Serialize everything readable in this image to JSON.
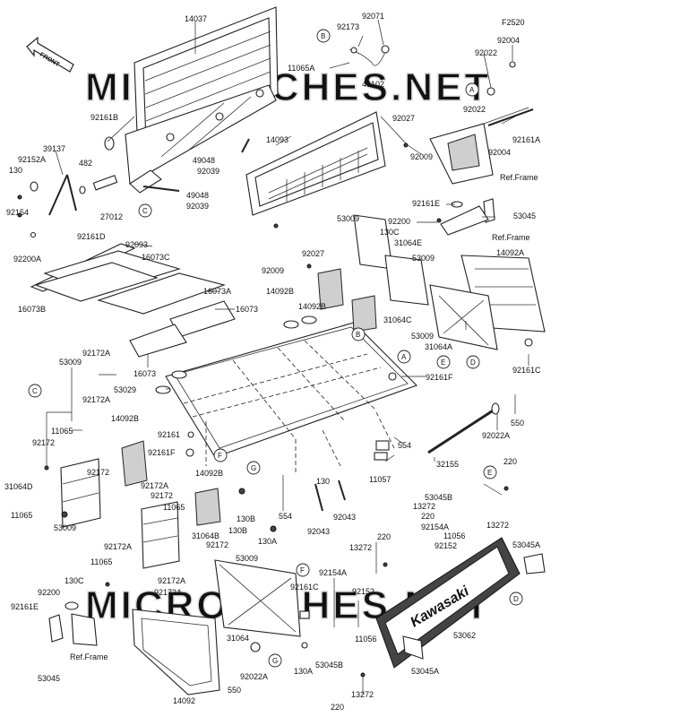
{
  "figure_code": "F2520",
  "front_label": "FRONT",
  "watermarks": [
    "MICROFICHES.NET",
    "MICROFICHES.NET"
  ],
  "logo_text": "Kawasaki",
  "callouts": [
    "A",
    "B",
    "C",
    "D",
    "E",
    "F",
    "G"
  ],
  "refs": {
    "ref_frame_1": "Ref.Frame",
    "ref_frame_2": "Ref.Frame",
    "ref_frame_3": "Ref.Frame"
  },
  "labels": {
    "l14037": "14037",
    "l92173": "92173",
    "l92071": "92071",
    "l11065a_top": "11065A",
    "l46102": "46102",
    "l92161b": "92161B",
    "l39137": "39137",
    "l130_left": "130",
    "l92152a": "92152A",
    "l482": "482",
    "l92154": "92154",
    "l27012": "27012",
    "l92161d": "92161D",
    "l92200a": "92200A",
    "l49048_a": "49048",
    "l92039_a": "92039",
    "l49048_b": "49048",
    "l92039_b": "92039",
    "l14093": "14093",
    "l92027_top": "92027",
    "l92009_top": "92009",
    "l92022_a": "92022",
    "l92004_a": "92004",
    "l92022_b": "92022",
    "l92161a": "92161A",
    "l92004_b": "92004",
    "l92161e_top": "92161E",
    "l53045_top": "53045",
    "l92200_top": "92200",
    "l130c_top": "130C",
    "l53009_a": "53009",
    "l31064e": "31064E",
    "l53009_b": "53009",
    "l14092a_top": "14092A",
    "l92027_mid": "92027",
    "l92009_mid": "92009",
    "l14092b_a": "14092B",
    "l14092b_b": "14092B",
    "l31064c": "31064C",
    "l53009_c": "53009",
    "l31064a": "31064A",
    "l92161c_top": "92161C",
    "l92093": "92093",
    "l16073c": "16073C",
    "l16073a": "16073A",
    "l16073b": "16073B",
    "l16073_a": "16073",
    "l16073_b": "16073",
    "l53029": "53029",
    "l92161f_right": "92161F",
    "l92172a_a": "92172A",
    "l53009_d": "53009",
    "l92172a_b": "92172A",
    "l550_right": "550",
    "l92022a_right": "92022A",
    "l554_a": "554",
    "l14092b_c": "14092B",
    "l92161": "92161",
    "l92161f_mid": "92161F",
    "l92172_a": "92172",
    "l11065_a": "11065",
    "l31064d": "31064D",
    "l11065_b": "11065",
    "l53009_e": "53009",
    "l92172_b": "92172",
    "l92172a_c": "92172A",
    "l92172_c": "92172",
    "l14092b_d": "14092B",
    "l11065_c": "11065",
    "l31064b": "31064B",
    "l92172a_d": "92172A",
    "l92172_d": "92172",
    "l11065_d": "11065",
    "l130b_a": "130B",
    "l130b_b": "130B",
    "l554_b": "554",
    "l130_mid": "130",
    "l92043_a": "92043",
    "l92043_b": "92043",
    "l11057": "11057",
    "l32155": "32155",
    "l220_a": "220",
    "l53045b_a": "53045B",
    "l13272_a": "13272",
    "l220_b": "220",
    "l92154a_a": "92154A",
    "l13272_b": "13272",
    "l11056_a": "11056",
    "l92152_a": "92152",
    "l53045a_a": "53045A",
    "l130a_a": "130A",
    "l53009_f": "53009",
    "l13272_c": "13272",
    "l220_c": "220",
    "l92172a_e": "92172A",
    "l92172a_f": "92172A",
    "l92161c_mid": "92161C",
    "l92154a_b": "92154A",
    "l92152_b": "92152",
    "l130c_bot": "130C",
    "l92200_bot": "92200",
    "l92161e_bot": "92161E",
    "l11056_b": "11056",
    "l31064": "31064",
    "l53045b_b": "53045B",
    "l53062": "53062",
    "l53045a_b": "53045A",
    "l53045_bot": "53045",
    "l14092": "14092",
    "l550_bot": "550",
    "l92022a_bot": "92022A",
    "l130a_b": "130A",
    "l13272_d": "13272",
    "l220_d": "220"
  }
}
